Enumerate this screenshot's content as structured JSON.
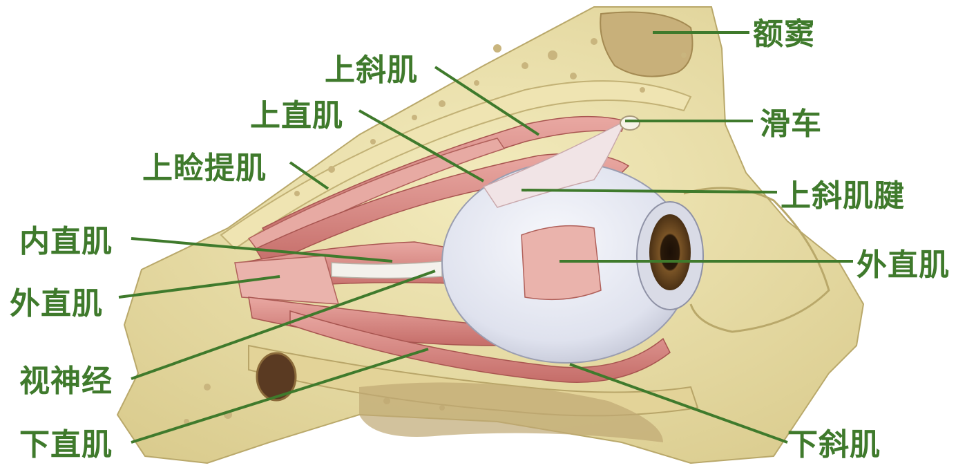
{
  "labels": {
    "frontal_sinus": "额窦",
    "superior_oblique": "上斜肌",
    "trochlea": "滑车",
    "superior_rectus": "上直肌",
    "levator_palpebrae": "上睑提肌",
    "superior_oblique_tendon": "上斜肌腱",
    "medial_rectus": "内直肌",
    "lateral_rectus_right": "外直肌",
    "lateral_rectus_left": "外直肌",
    "optic_nerve": "视神经",
    "inferior_rectus": "下直肌",
    "inferior_oblique": "下斜肌"
  },
  "colors": {
    "label": "#3f7a2c",
    "leader": "#3f7a2c",
    "bone": "#e9dea6",
    "muscle": "#d98a86",
    "eyeball": "#e6e8f2",
    "iris": "#6b4a22"
  }
}
